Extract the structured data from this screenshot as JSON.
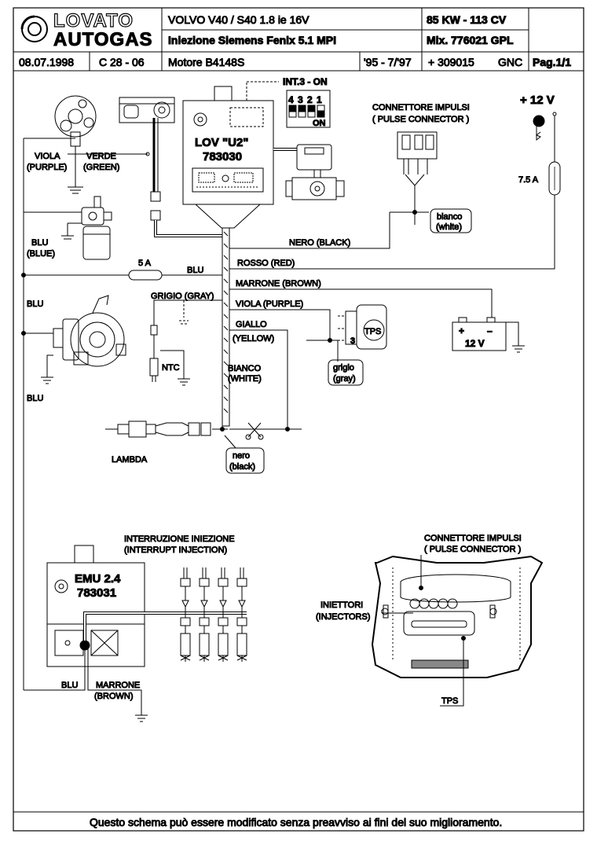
{
  "header": {
    "brand_top": "LOVATO",
    "brand_bottom": "AUTOGAS",
    "vehicle": "VOLVO  V40 / S40  1.8  ie  16V",
    "injection": "Iniezione  Siemens Fenix 5.1    MPI",
    "power": "85 KW - 113 CV",
    "mix": "Mix. 776021  GPL",
    "date": "08.07.1998",
    "code": "C 28 - 06",
    "engine": "Motore    B4148S",
    "years": "'95 - 7/'97",
    "ref": "+ 309015",
    "fuel": "GNC",
    "page": "Pag.1/1"
  },
  "labels": {
    "int3": "INT.3 - ON",
    "dip_digits": [
      "4",
      "3",
      "2",
      "1"
    ],
    "dip_on": "ON",
    "ecu_name": "LOV \"U2\"",
    "ecu_code": "783030",
    "pulse_connector_it": "CONNETTORE IMPULSI",
    "pulse_connector_en": "( PULSE CONNECTOR )",
    "plus12": "+ 12 V",
    "fuse75": "7.5 A",
    "fuse5": "5 A",
    "viola": "VIOLA",
    "purple_paren": "(PURPLE)",
    "verde": "VERDE",
    "green_paren": "(GREEN)",
    "blu_left": "BLU",
    "blue_paren": "(BLUE)",
    "blu_mid": "BLU",
    "blu_a": "BLU",
    "blu_b": "BLU",
    "bianco_it": "bianco",
    "white_en": "(white)",
    "nero_black": "NERO (BLACK)",
    "rosso_red": "ROSSO (RED)",
    "marrone_brown": "MARRONE (BROWN)",
    "grigio_gray": "GRIGIO (GRAY)",
    "viola_purple": "VIOLA (PURPLE)",
    "giallo": "GIALLO",
    "yellow_paren": "(YELLOW)",
    "bianco_up": "BIANCO",
    "white_paren": "(WHITE)",
    "tps": "TPS",
    "tps_pin": "3",
    "grigio": "grigio",
    "gray_paren": "(gray)",
    "ntc": "NTC",
    "battery": "12 V",
    "bat_plus": "+",
    "bat_minus": "–",
    "lambda": "LAMBDA",
    "nero": "nero",
    "black_paren": "(black)",
    "interrupt_it": "INTERRUZIONE INIEZIONE",
    "interrupt_en": "(INTERRUPT INJECTION)",
    "emu_name": "EMU 2.4",
    "emu_code": "783031",
    "blu_emu": "BLU",
    "marrone": "MARRONE",
    "brown_paren": "(BROWN)",
    "pulse2_it": "CONNETTORE IMPULSI",
    "pulse2_en": "( PULSE CONNECTOR )",
    "iniettori": "INIETTORI",
    "injectors_paren": "(INJECTORS)",
    "tps_bottom": "TPS"
  },
  "footer": {
    "note": "Questo schema può essere modificato senza preavviso ai fini del suo miglioramento."
  },
  "colors": {
    "line": "#000000",
    "paper": "#ffffff"
  }
}
